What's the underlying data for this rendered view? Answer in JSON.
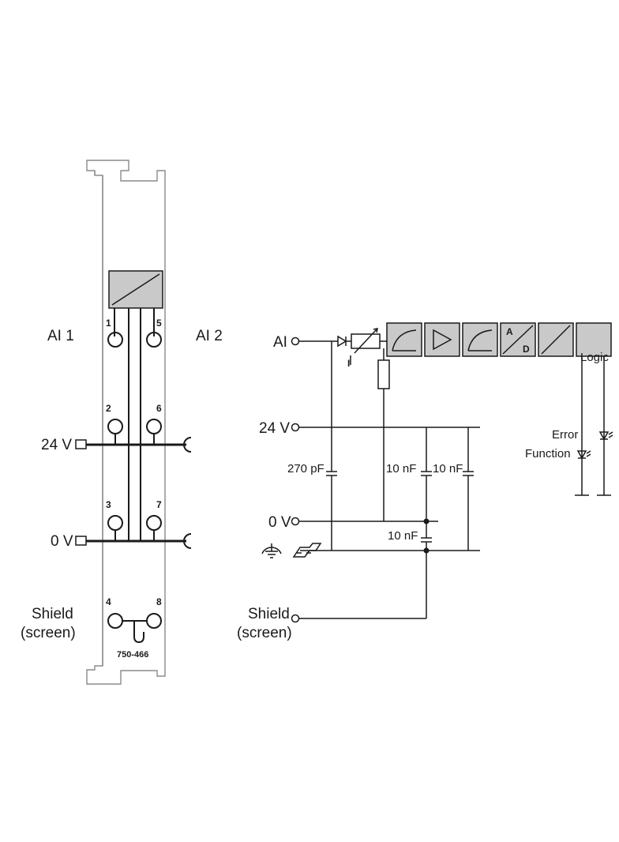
{
  "module": {
    "part_number": "750-466",
    "terminals": [
      "1",
      "2",
      "3",
      "4",
      "5",
      "6",
      "7",
      "8"
    ],
    "left_labels": {
      "ai1": "AI 1",
      "v24": "24 V",
      "v0": "0 V",
      "shield_line1": "Shield",
      "shield_line2": "(screen)"
    },
    "right_label_ai2": "AI 2"
  },
  "schematic": {
    "ai": "AI",
    "v24": "24 V",
    "v0": "0 V",
    "shield_line1": "Shield",
    "shield_line2": "(screen)",
    "cap_270pf": "270 pF",
    "cap_10nf_a": "10 nF",
    "cap_10nf_b": "10 nF",
    "cap_10nf_c": "10 nF",
    "logic": "Logic",
    "ad_a": "A",
    "ad_d": "D",
    "error": "Error",
    "function": "Function",
    "current_symbol": "I"
  },
  "colors": {
    "line": "#1a1a1a",
    "block_fill": "#c9c9c9",
    "rail": "#8a8a8a"
  }
}
